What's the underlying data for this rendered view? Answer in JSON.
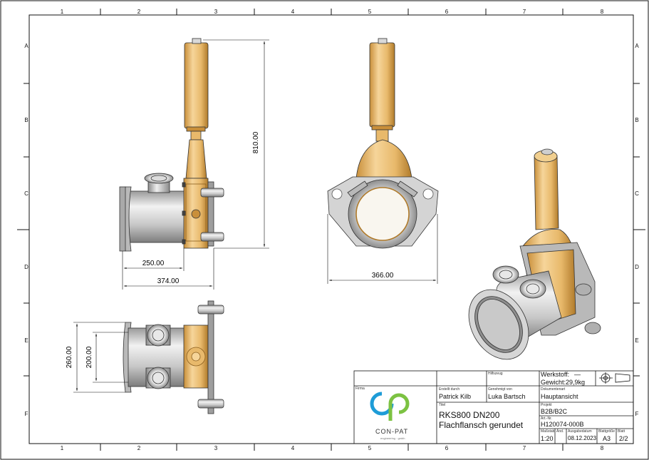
{
  "grid": {
    "columns": [
      "1",
      "2",
      "3",
      "4",
      "5",
      "6",
      "7",
      "8"
    ],
    "rows": [
      "A",
      "B",
      "C",
      "D",
      "E",
      "F"
    ]
  },
  "dimensions": {
    "d810": "810.00",
    "d250": "250.00",
    "d374": "374.00",
    "d366": "366.00",
    "d260": "260.00",
    "d200": "200.00"
  },
  "title_block": {
    "hilfszeug_label": "Hilfszeug",
    "werkstoff_label": "Werkstoff:",
    "werkstoff_value": "—",
    "gewicht_label": "Gewicht:",
    "gewicht_value": "29,9kg",
    "firma_label": "Firma",
    "logo_text": "CON-PAT",
    "logo_subtext": "engineering · gmbh",
    "erstellt_label": "Erstellt durch",
    "erstellt_value": "Patrick Kilb",
    "genehmigt_label": "Genehmigt von",
    "genehmigt_value": "Luka Bartsch",
    "dokumentenart_label": "Dokumentenart",
    "dokumentenart_value": "Hauptansicht",
    "titel_label": "Titel",
    "titel_line1": "RKS800 DN200",
    "titel_line2": "Flachflansch gerundet",
    "projekt_label": "Projekt",
    "projekt_value": "B2B/B2C",
    "artnr_label": "Art.-Nr.",
    "artnr_value": "H120074-000B",
    "massstab_label": "Maßstab",
    "massstab_value": "1:20",
    "aend_label": "Änd.",
    "aend_value": "",
    "ausgabe_label": "Ausgabedatum",
    "ausgabe_value": "08.12.2023",
    "blattgroesse_label": "Blattgröße",
    "blattgroesse_value": "A3",
    "blatt_label": "Blatt",
    "blatt_value": "2/2"
  },
  "colors": {
    "brass": "#e8b96b",
    "brass_dark": "#b07a2a",
    "steel": "#c9c9c9",
    "steel_dark": "#8a8a8a",
    "logo_blue": "#1e9cd7",
    "logo_green": "#7cc242"
  }
}
